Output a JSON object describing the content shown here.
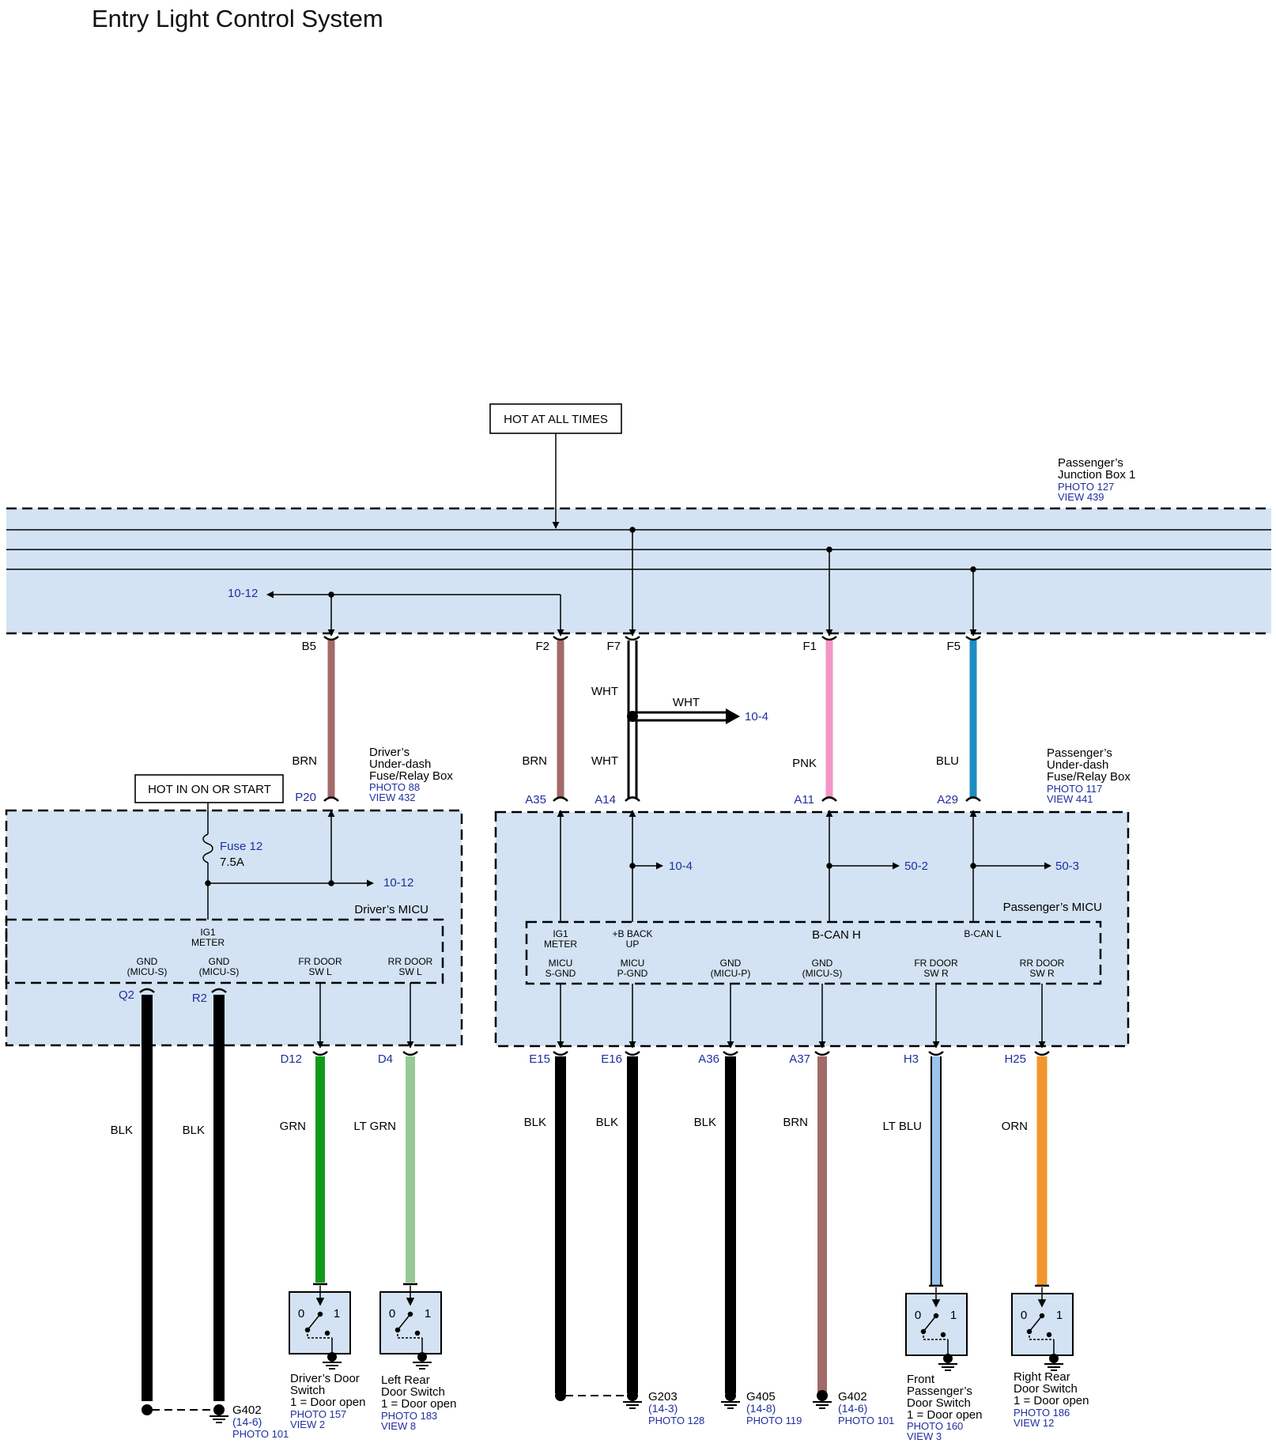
{
  "title": "Entry Light Control System",
  "colors": {
    "box_fill": "#d3e3f3",
    "link_blue": "#1f2fa0",
    "BRN": "#a26a68",
    "PNK": "#f596c8",
    "BLU": "#1e8ec2",
    "BLK": "#000000",
    "GRN": "#109a19",
    "LT_GRN": "#96c995",
    "LT_BLU": "#9cc4ec",
    "ORN": "#f2962d"
  },
  "labels": {
    "hot_all": "HOT AT ALL TIMES",
    "hot_on": "HOT IN ON OR START",
    "junction_box": [
      "Passenger’s",
      "Junction Box 1"
    ],
    "junction_box_refs": [
      "PHOTO 127",
      "VIEW 439"
    ],
    "drv_fuse_box": [
      "Driver’s",
      "Under-dash",
      "Fuse/Relay Box"
    ],
    "drv_fuse_box_refs": [
      "PHOTO 88",
      "VIEW 432"
    ],
    "pass_fuse_box": [
      "Passenger’s",
      "Under-dash",
      "Fuse/Relay Box"
    ],
    "pass_fuse_box_refs": [
      "PHOTO 117",
      "VIEW 441"
    ],
    "fuse_name": "Fuse 12",
    "fuse_rating": "7.5A",
    "drivers_micu": "Driver’s MICU",
    "passengers_micu": "Passenger’s MICU",
    "ref_10_12": "10-12",
    "ref_10_4": "10-4",
    "ref_50_2": "50-2",
    "ref_50_3": "50-3"
  },
  "junction_pins": [
    {
      "pin": "B5",
      "color": "BRN"
    },
    {
      "pin": "F2",
      "color": "BRN"
    },
    {
      "pin": "F7",
      "color": "WHT"
    },
    {
      "pin": "F1",
      "color": "PNK"
    },
    {
      "pin": "F5",
      "color": "BLU"
    }
  ],
  "wht_branch": "WHT",
  "upper_pins": [
    {
      "pin": "P20",
      "color": "BRN"
    },
    {
      "pin": "A35",
      "color": "BRN"
    },
    {
      "pin": "A14",
      "color": "WHT"
    },
    {
      "pin": "A11",
      "color": "PNK"
    },
    {
      "pin": "A29",
      "color": "BLU"
    }
  ],
  "driver_micu_terms": {
    "ig1": [
      "IG1",
      "METER"
    ],
    "gnd1": [
      "GND",
      "(MICU-S)"
    ],
    "gnd2": [
      "GND",
      "(MICU-S)"
    ],
    "fr_door": [
      "FR DOOR",
      "SW L"
    ],
    "rr_door": [
      "RR DOOR",
      "SW L"
    ]
  },
  "passenger_micu_terms": {
    "ig1": [
      "IG1",
      "METER"
    ],
    "bbackup": [
      "+B BACK",
      "UP"
    ],
    "bcanh": "B-CAN H",
    "bcanl": "B-CAN L",
    "sgnd": [
      "MICU",
      "S-GND"
    ],
    "pgnd": [
      "MICU",
      "P-GND"
    ],
    "gndp": [
      "GND",
      "(MICU-P)"
    ],
    "gnds": [
      "GND",
      "(MICU-S)"
    ],
    "fr_door": [
      "FR DOOR",
      "SW R"
    ],
    "rr_door": [
      "RR DOOR",
      "SW R"
    ]
  },
  "lower_wires": [
    {
      "pin": "Q2",
      "color": "BLK"
    },
    {
      "pin": "R2",
      "color": "BLK"
    },
    {
      "pin": "D12",
      "color": "GRN"
    },
    {
      "pin": "D4",
      "color": "LT GRN"
    },
    {
      "pin": "E15",
      "color": "BLK"
    },
    {
      "pin": "E16",
      "color": "BLK"
    },
    {
      "pin": "A36",
      "color": "BLK"
    },
    {
      "pin": "A37",
      "color": "BRN"
    },
    {
      "pin": "H3",
      "color": "LT BLU"
    },
    {
      "pin": "H25",
      "color": "ORN"
    }
  ],
  "grounds": {
    "g402_left": {
      "name": "G402",
      "refs": [
        "(14-6)",
        "PHOTO 101"
      ]
    },
    "g203": {
      "name": "G203",
      "refs": [
        "(14-3)",
        "PHOTO 128"
      ]
    },
    "g405": {
      "name": "G405",
      "refs": [
        "(14-8)",
        "PHOTO 119"
      ]
    },
    "g402_right": {
      "name": "G402",
      "refs": [
        "(14-6)",
        "PHOTO 101"
      ]
    }
  },
  "switch_states": [
    "0",
    "1"
  ],
  "switches": [
    {
      "name": [
        "Driver’s Door",
        "Switch",
        "1 = Door open"
      ],
      "refs": [
        "PHOTO 157",
        "VIEW 2"
      ]
    },
    {
      "name": [
        "Left Rear",
        "Door Switch",
        "1 = Door open"
      ],
      "refs": [
        "PHOTO 183",
        "VIEW 8"
      ]
    },
    {
      "name": [
        "Front",
        "Passenger’s",
        "Door Switch",
        "1 = Door open"
      ],
      "refs": [
        "PHOTO 160",
        "VIEW 3"
      ]
    },
    {
      "name": [
        "Right Rear",
        "Door Switch",
        "1 = Door open"
      ],
      "refs": [
        "PHOTO 186",
        "VIEW 12"
      ]
    }
  ]
}
